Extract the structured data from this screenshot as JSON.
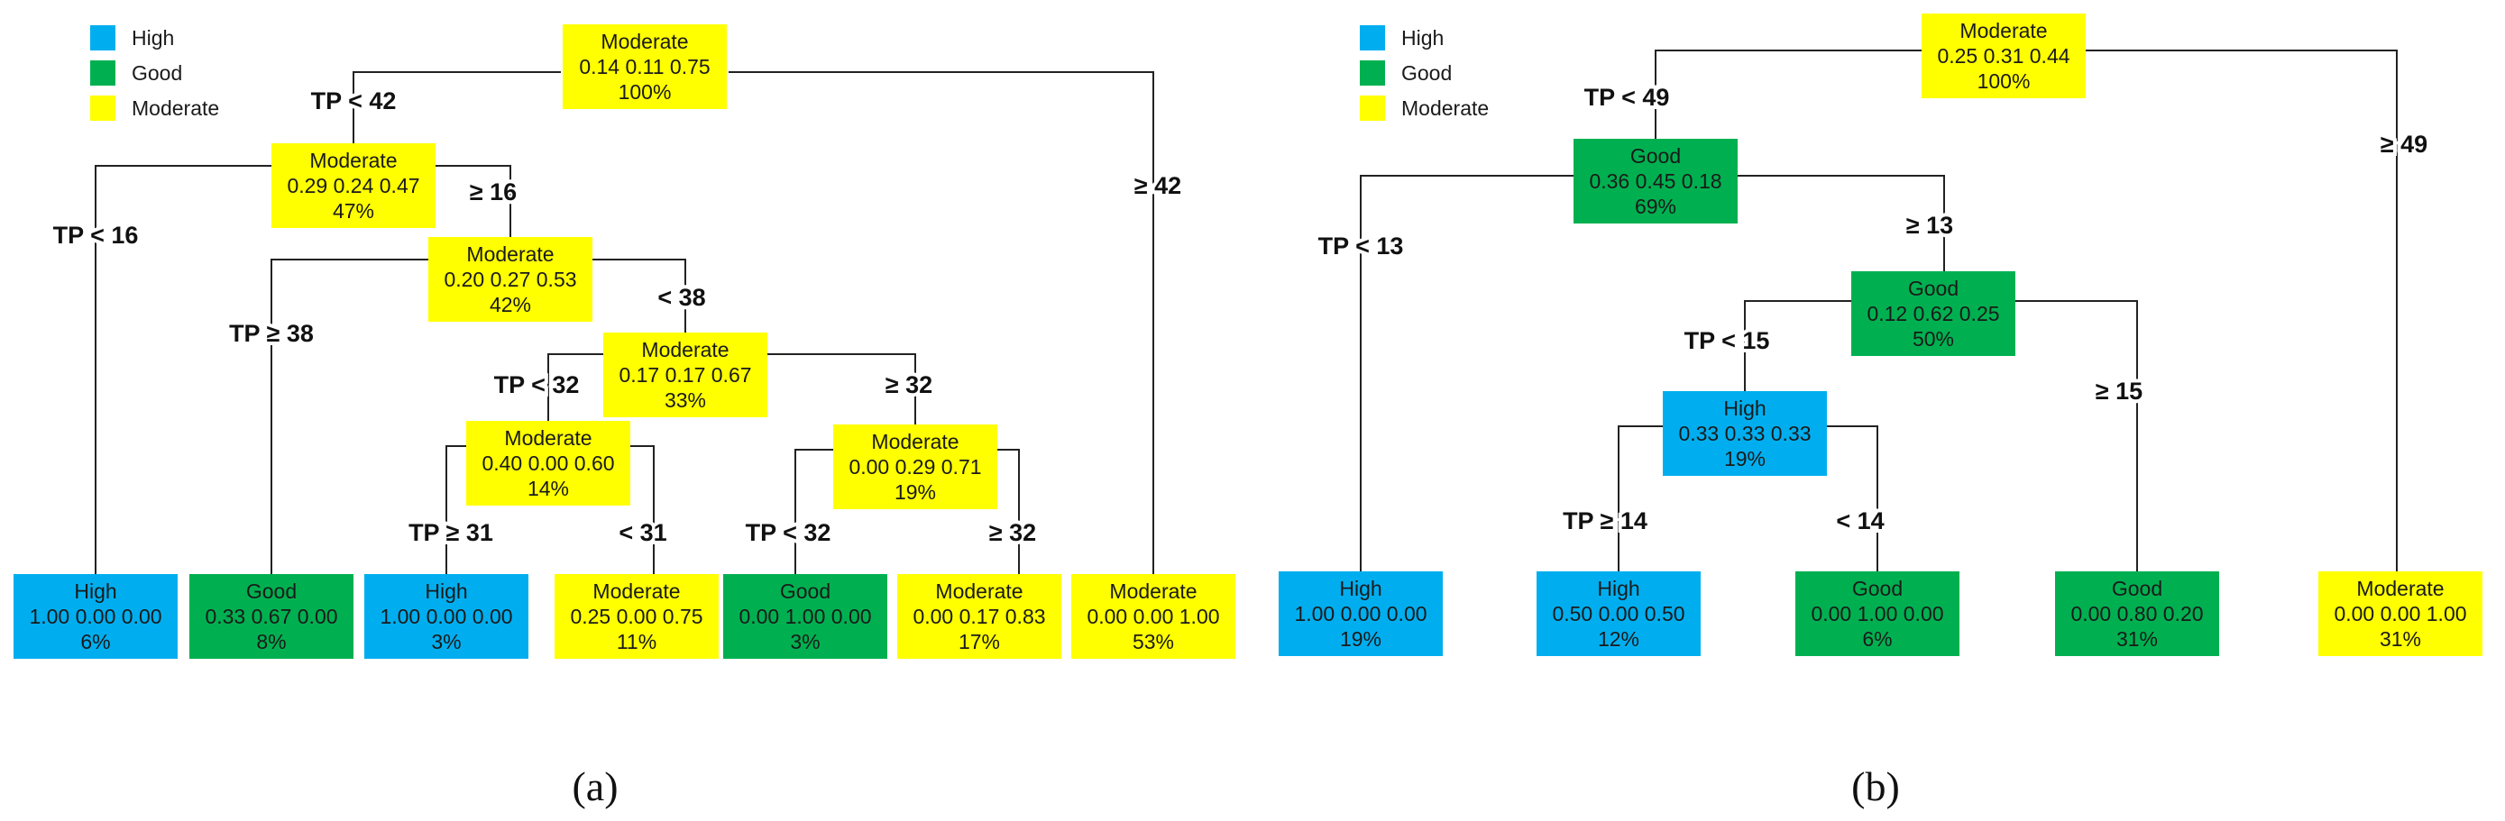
{
  "colors": {
    "High": "#00AEEF",
    "Good": "#00B050",
    "Moderate": "#FFFF00"
  },
  "legend": [
    "High",
    "Good",
    "Moderate"
  ],
  "trees": [
    {
      "panel_label": "(a)",
      "nodes": [
        {
          "id": "a0",
          "label": "Moderate",
          "values": "0.14  0.11  0.75",
          "pct": "100%"
        },
        {
          "id": "a1",
          "label": "Moderate",
          "values": "0.29  0.24  0.47",
          "pct": "47%"
        },
        {
          "id": "a2",
          "label": "Moderate",
          "values": "0.20  0.27  0.53",
          "pct": "42%"
        },
        {
          "id": "a3",
          "label": "Moderate",
          "values": "0.17  0.17  0.67",
          "pct": "33%"
        },
        {
          "id": "a4",
          "label": "Moderate",
          "values": "0.40  0.00  0.60",
          "pct": "14%"
        },
        {
          "id": "a5",
          "label": "Moderate",
          "values": "0.00  0.29  0.71",
          "pct": "19%"
        },
        {
          "id": "a6",
          "label": "High",
          "values": "1.00  0.00  0.00",
          "pct": "6%"
        },
        {
          "id": "a7",
          "label": "Good",
          "values": "0.33  0.67  0.00",
          "pct": "8%"
        },
        {
          "id": "a8",
          "label": "High",
          "values": "1.00  0.00  0.00",
          "pct": "3%"
        },
        {
          "id": "a9",
          "label": "Moderate",
          "values": "0.25  0.00  0.75",
          "pct": "11%"
        },
        {
          "id": "a10",
          "label": "Good",
          "values": "0.00  1.00  0.00",
          "pct": "3%"
        },
        {
          "id": "a11",
          "label": "Moderate",
          "values": "0.00  0.17  0.83",
          "pct": "17%"
        },
        {
          "id": "a12",
          "label": "Moderate",
          "values": "0.00  0.00  1.00",
          "pct": "53%"
        }
      ],
      "splits": [
        {
          "id": "as0",
          "text": "TP < 42"
        },
        {
          "id": "as1",
          "text": "≥ 42"
        },
        {
          "id": "as2",
          "text": "TP < 16"
        },
        {
          "id": "as3",
          "text": "≥ 16"
        },
        {
          "id": "as4",
          "text": "TP ≥ 38"
        },
        {
          "id": "as5",
          "text": "< 38"
        },
        {
          "id": "as6",
          "text": "TP < 32"
        },
        {
          "id": "as7",
          "text": "≥ 32"
        },
        {
          "id": "as8",
          "text": "TP ≥ 31"
        },
        {
          "id": "as9",
          "text": "< 31"
        },
        {
          "id": "as10",
          "text": "TP < 32"
        },
        {
          "id": "as11",
          "text": "≥ 32"
        }
      ]
    },
    {
      "panel_label": "(b)",
      "nodes": [
        {
          "id": "b0",
          "label": "Moderate",
          "values": "0.25  0.31  0.44",
          "pct": "100%"
        },
        {
          "id": "b1",
          "label": "Good",
          "values": "0.36  0.45  0.18",
          "pct": "69%"
        },
        {
          "id": "b2",
          "label": "Good",
          "values": "0.12  0.62  0.25",
          "pct": "50%"
        },
        {
          "id": "b3",
          "label": "High",
          "values": "0.33  0.33  0.33",
          "pct": "19%"
        },
        {
          "id": "b4",
          "label": "High",
          "values": "1.00  0.00  0.00",
          "pct": "19%"
        },
        {
          "id": "b5",
          "label": "High",
          "values": "0.50  0.00  0.50",
          "pct": "12%"
        },
        {
          "id": "b6",
          "label": "Good",
          "values": "0.00  1.00  0.00",
          "pct": "6%"
        },
        {
          "id": "b7",
          "label": "Good",
          "values": "0.00  0.80  0.20",
          "pct": "31%"
        },
        {
          "id": "b8",
          "label": "Moderate",
          "values": "0.00  0.00  1.00",
          "pct": "31%"
        }
      ],
      "splits": [
        {
          "id": "bs0",
          "text": "TP < 49"
        },
        {
          "id": "bs1",
          "text": "≥  49"
        },
        {
          "id": "bs2",
          "text": "TP < 13"
        },
        {
          "id": "bs3",
          "text": "≥ 13"
        },
        {
          "id": "bs4",
          "text": "TP < 15"
        },
        {
          "id": "bs5",
          "text": "≥ 15"
        },
        {
          "id": "bs6",
          "text": "TP ≥ 14"
        },
        {
          "id": "bs7",
          "text": "< 14"
        }
      ]
    }
  ]
}
